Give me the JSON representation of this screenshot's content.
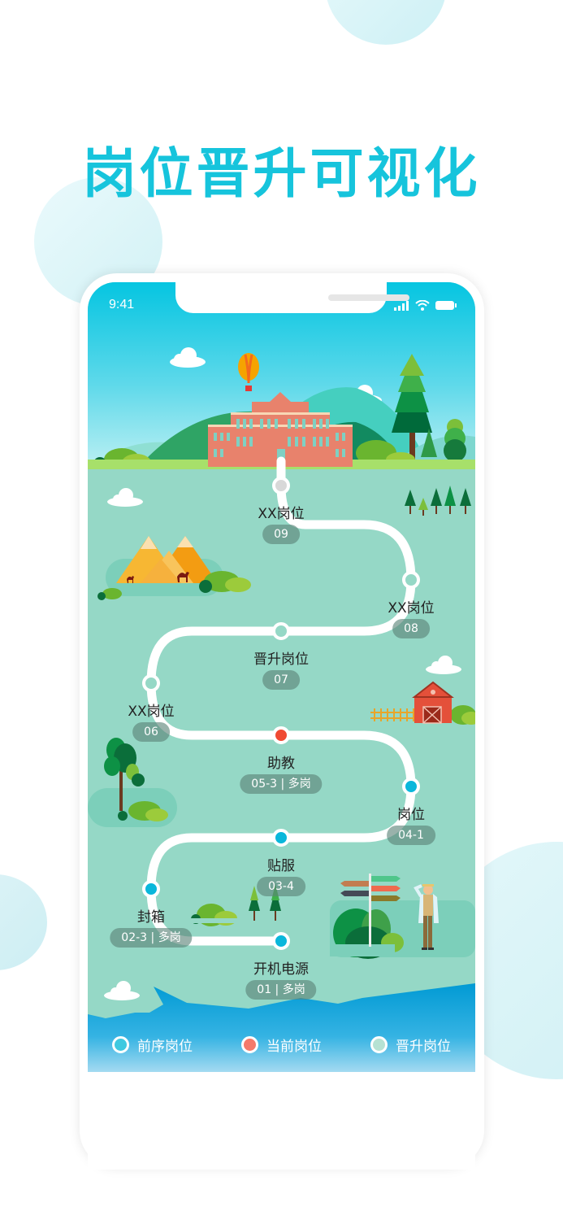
{
  "headline": "岗位晋升可视化",
  "status_bar": {
    "time": "9:41"
  },
  "nodes": [
    {
      "id": "09",
      "title": "XX岗位",
      "code": "09",
      "state": "locked"
    },
    {
      "id": "08",
      "title": "XX岗位",
      "code": "08",
      "state": "promotion"
    },
    {
      "id": "07",
      "title": "晋升岗位",
      "code": "07",
      "state": "promotion"
    },
    {
      "id": "06",
      "title": "XX岗位",
      "code": "06",
      "state": "promotion"
    },
    {
      "id": "05",
      "title": "助教",
      "code": "05-3 | 多岗",
      "state": "current"
    },
    {
      "id": "04",
      "title": "岗位",
      "code": "04-1",
      "state": "previous"
    },
    {
      "id": "03",
      "title": "贴服",
      "code": "03-4",
      "state": "previous"
    },
    {
      "id": "02",
      "title": "封箱",
      "code": "02-3 | 多岗",
      "state": "previous"
    },
    {
      "id": "01",
      "title": "开机电源",
      "code": "01 | 多岗",
      "state": "previous"
    }
  ],
  "legend": [
    {
      "label": "前序岗位",
      "color": "#3fc9e0"
    },
    {
      "label": "当前岗位",
      "color": "#f47a6b"
    },
    {
      "label": "晋升岗位",
      "color": "#b6e2d3"
    }
  ],
  "colors": {
    "accent": "#16c4dc",
    "path": "#ffffff",
    "ground": "#95d8c6",
    "previous": "#0ab7db",
    "current": "#f04a33",
    "promotion": "#95d8c6",
    "locked": "#d8d8d8"
  }
}
